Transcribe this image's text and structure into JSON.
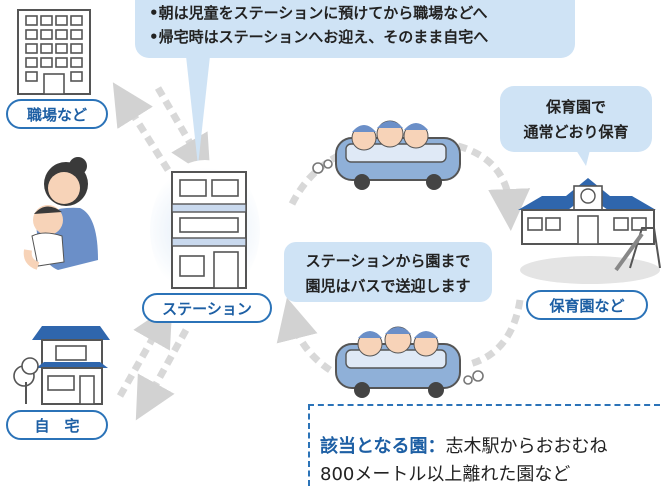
{
  "top_bubble": {
    "line1": "•朝は児童をステーションに預けてから職場などへ",
    "line2": "•帰宅時はステーションへお迎え、そのまま自宅へ"
  },
  "labels": {
    "workplace": "職場など",
    "station": "ステーション",
    "home": "自　宅",
    "nursery": "保育園など"
  },
  "nursery_bubble": {
    "line1": "保育園で",
    "line2": "通常どおり保育"
  },
  "middle_bubble": {
    "line1": "ステーションから園まで",
    "line2": "園児はバスで送迎します"
  },
  "info_box": {
    "key": "該当となる園",
    "colon": "：",
    "line1_rest": "志木駅からおおむね",
    "line2": "800メートル以上離れた園など"
  },
  "colors": {
    "accent_blue": "#2b73b8",
    "bubble_blue": "#cfe3f5",
    "bus_blue": "#8fb0d8",
    "arrow_gray": "#cfcfcf"
  }
}
